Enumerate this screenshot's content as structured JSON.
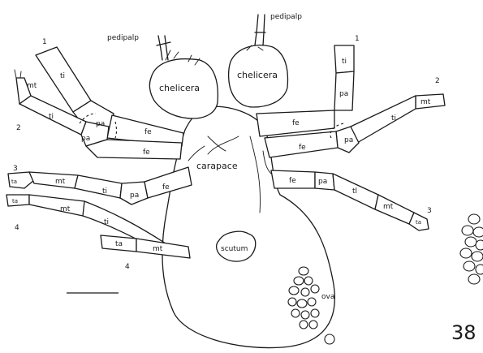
{
  "labels": {
    "pedipalp": "pedipalp",
    "chelicera": "chelicera",
    "carapace": "carapace",
    "scutum": "scutum",
    "ova": "ova",
    "fe": "fe",
    "pa": "pa",
    "ti": "ti",
    "tl": "tl",
    "mt": "mt",
    "ta": "ta"
  },
  "leg_numbers": {
    "one": "1",
    "two": "2",
    "three": "3",
    "four": "4"
  },
  "figure_number": "38"
}
